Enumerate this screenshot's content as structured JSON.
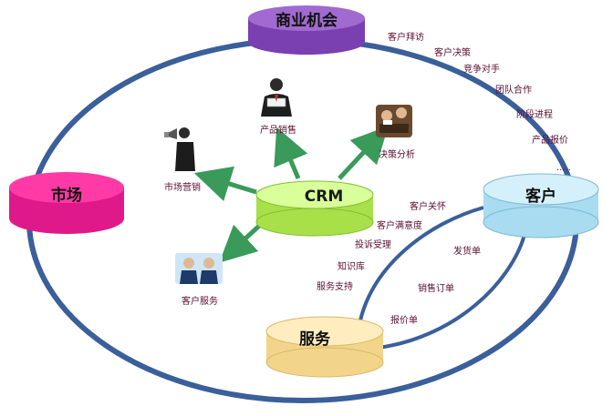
{
  "nodes": {
    "business": {
      "label": "商业机会",
      "top": "#a06ad0",
      "side": "#7a3fb0"
    },
    "market": {
      "label": "市场",
      "top": "#ff3aa6",
      "side": "#e0198a"
    },
    "customer": {
      "label": "客户",
      "top": "#d4f1fb",
      "side": "#a9dcf0"
    },
    "service": {
      "label": "服务",
      "top": "#ffedbf",
      "side": "#f2d58a"
    },
    "crm": {
      "label": "CRM",
      "top": "#d8ff9a",
      "side": "#a8e04a"
    }
  },
  "ring_color": "#3a5f9a",
  "arrow_color": "#3a9a5a",
  "right_arc_labels": [
    "客户拜访",
    "客户决策",
    "竞争对手",
    "团队合作",
    "阶段进程",
    "产品报价",
    "....."
  ],
  "crm_functions": {
    "product_sales": "产品销售",
    "decision_analysis": "决策分析",
    "market_marketing": "市场营销",
    "customer_service": "客户服务"
  },
  "inner_left_labels": [
    "客户关怀",
    "客户满意度",
    "投诉受理",
    "知识库",
    "服务支持"
  ],
  "inner_right_labels": [
    "发货单",
    "销售订单",
    "报价单"
  ]
}
